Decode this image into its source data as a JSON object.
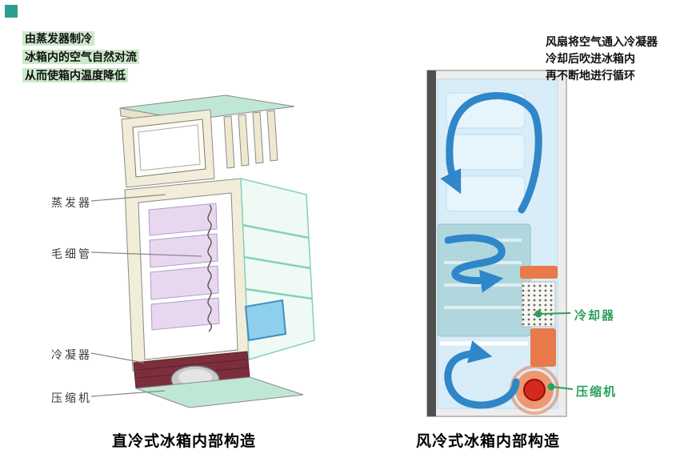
{
  "colors": {
    "annotation_highlight": "#cde9cc",
    "label_green": "#2ba05c",
    "arrow_blue": "#2f86c8",
    "duct_orange": "#e8794a",
    "compressor_red": "#d6281e",
    "mint": "#bfe7d6",
    "cream": "#f2edd8",
    "maroon": "#7d2e3c",
    "panel_pink": "#e9d7f0",
    "interior_blue": "#d8edf8"
  },
  "left_diagram": {
    "annotation_lines": [
      "由蒸发器制冷",
      "冰箱内的空气自然对流",
      "从而使箱内温度降低"
    ],
    "labels": {
      "evaporator": "蒸发器",
      "capillary": "毛细管",
      "condenser": "冷凝器",
      "compressor": "压缩机"
    },
    "caption": "直冷式冰箱内部构造"
  },
  "right_diagram": {
    "annotation_lines": [
      "风扇将空气通入冷凝器",
      "冷却后吹进冰箱内",
      "再不断地进行循环"
    ],
    "labels": {
      "cooler": "冷却器",
      "compressor": "压缩机"
    },
    "caption": "风冷式冰箱内部构造"
  }
}
